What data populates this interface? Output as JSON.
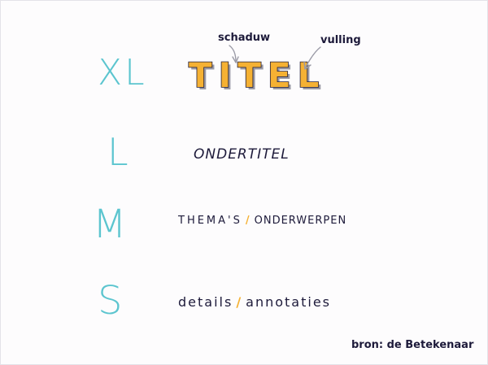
{
  "sizes": {
    "xl": "XL",
    "l": "L",
    "m": "M",
    "s": "S"
  },
  "title": {
    "text": "TITEL",
    "fill_color": "#f5b133",
    "outline_color": "#1d1a3a",
    "shadow_color": "#9a9aa6"
  },
  "annotations": {
    "shadow": "schaduw",
    "fill": "vulling"
  },
  "subtitle": "ONDERTITEL",
  "themes": {
    "left": "THEMA'S",
    "separator": "/",
    "right": "ONDERWERPEN"
  },
  "details": {
    "left": "details",
    "separator": "/",
    "right": "annotaties"
  },
  "source": "bron: de Betekenaar",
  "colors": {
    "accent_teal": "#5cc5cf",
    "accent_orange": "#f5b133",
    "ink": "#1d1a3a"
  }
}
